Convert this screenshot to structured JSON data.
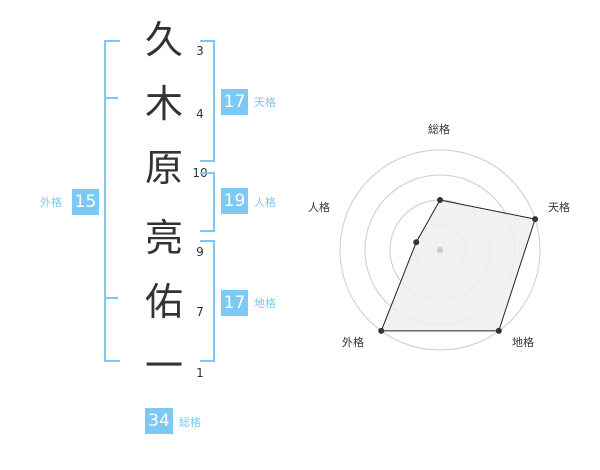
{
  "name_chars": [
    {
      "char": "久",
      "strokes": "3"
    },
    {
      "char": "木",
      "strokes": "4"
    },
    {
      "char": "原",
      "strokes": "10"
    },
    {
      "char": "亮",
      "strokes": "9"
    },
    {
      "char": "佑",
      "strokes": "7"
    },
    {
      "char": "一",
      "strokes": "1"
    }
  ],
  "fortune": {
    "tenkaku": {
      "value": "17",
      "label": "天格"
    },
    "jinkaku": {
      "value": "19",
      "label": "人格"
    },
    "chikaku": {
      "value": "17",
      "label": "地格"
    },
    "gaikaku": {
      "value": "15",
      "label": "外格"
    },
    "soukaku": {
      "value": "34",
      "label": "総格"
    }
  },
  "colors": {
    "accent": "#7cc9f4",
    "text": "#333333",
    "grid": "#cccccc",
    "fill": "#eeeeee"
  },
  "chart_data": {
    "type": "radar",
    "axes": [
      "総格",
      "天格",
      "地格",
      "外格",
      "人格"
    ],
    "values": [
      2,
      4,
      4,
      4,
      1
    ],
    "rmax": 4,
    "rings": 4
  }
}
